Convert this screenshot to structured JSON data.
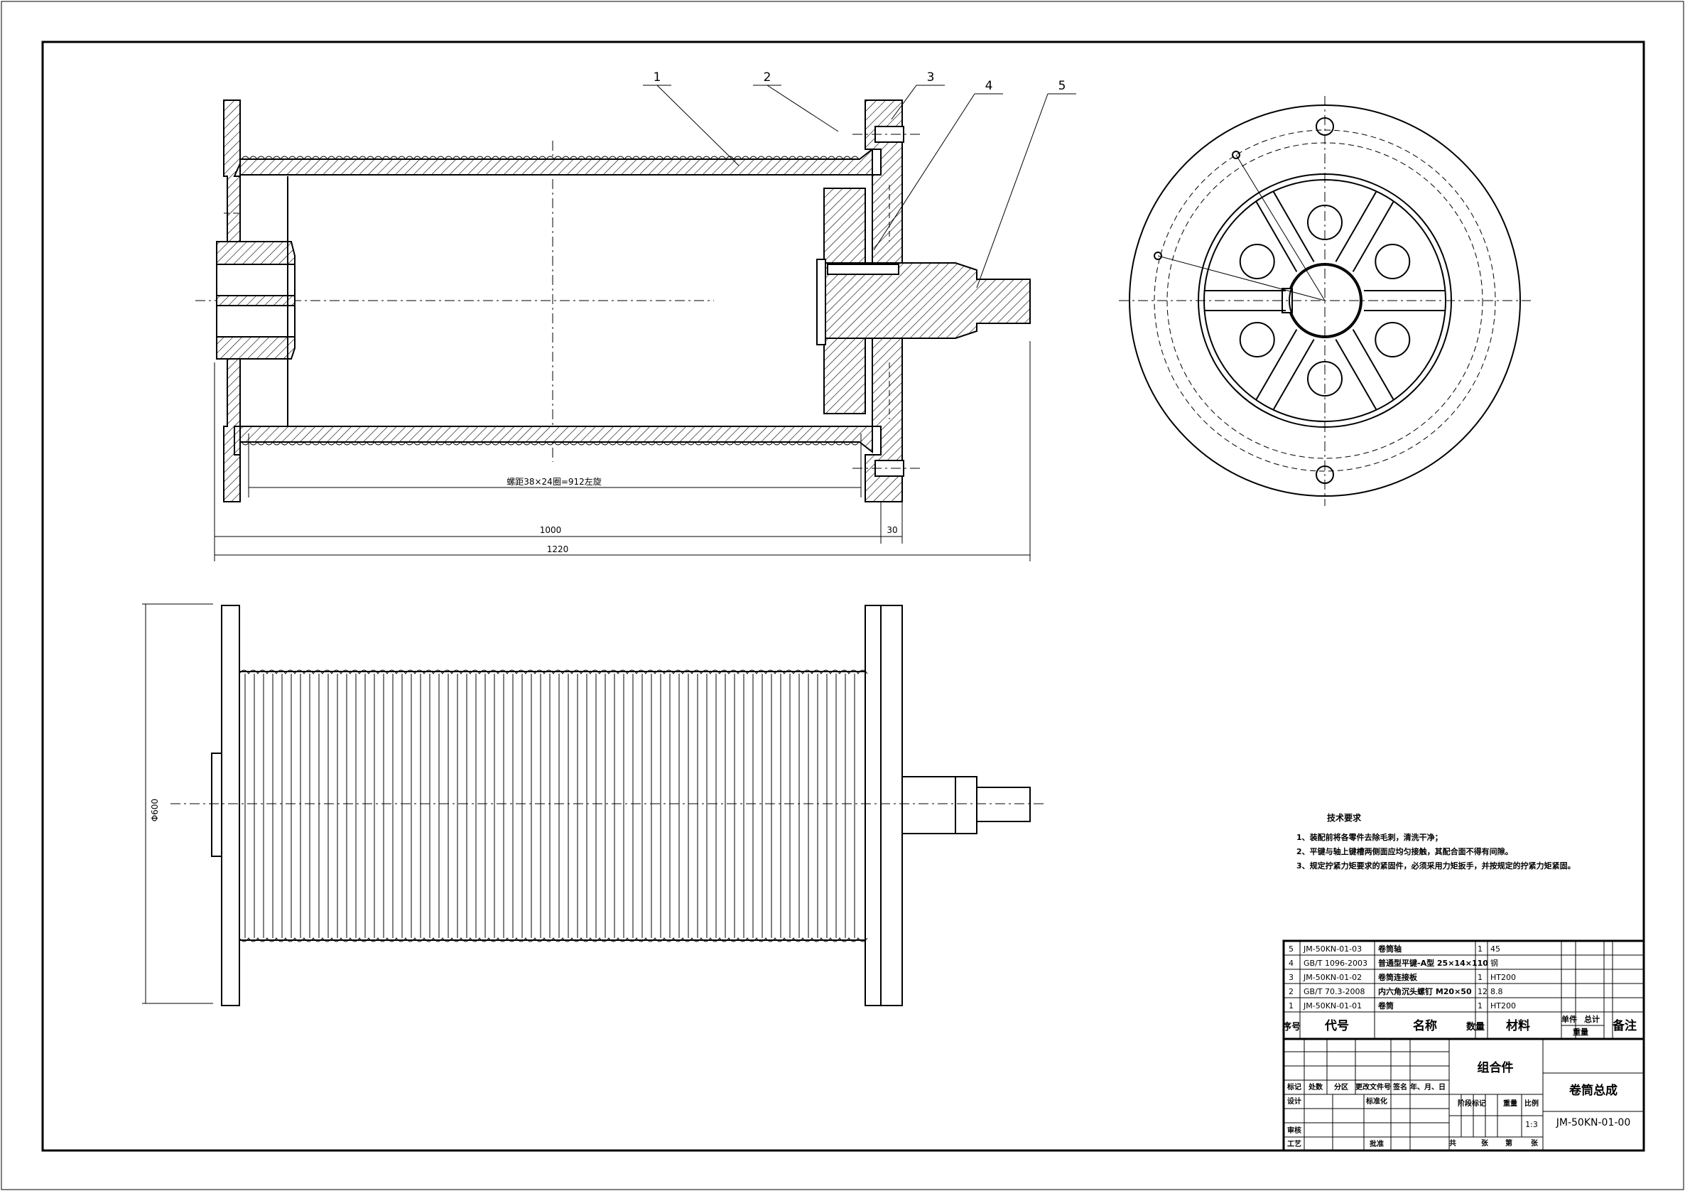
{
  "parts_callouts": [
    "1",
    "2",
    "3",
    "4",
    "5"
  ],
  "dimensions": {
    "groove": "螺距38×24圈=912左旋",
    "length_inner": "1000",
    "flange": "30",
    "length_total": "1220",
    "diameter": "Φ600"
  },
  "tech": {
    "title": "技术要求",
    "items": [
      "1、装配前将各零件去除毛刺，清洗干净；",
      "2、平键与轴上键槽两侧面应均匀接触，其配合面不得有间隙。",
      "3、规定拧紧力矩要求的紧固件，必须采用力矩扳手，并按规定的拧紧力矩紧固。"
    ]
  },
  "bom": {
    "rows": [
      {
        "no": "5",
        "code": "JM-50KN-01-03",
        "name": "卷筒轴",
        "qty": "1",
        "material": "45"
      },
      {
        "no": "4",
        "code": "GB/T 1096-2003",
        "name": "普通型平键-A型 25×14×110",
        "qty": "1",
        "material": "钢"
      },
      {
        "no": "3",
        "code": "JM-50KN-01-02",
        "name": "卷筒连接板",
        "qty": "1",
        "material": "HT200"
      },
      {
        "no": "2",
        "code": "GB/T 70.3-2008",
        "name": "内六角沉头螺钉 M20×50",
        "qty": "12",
        "material": "8.8"
      },
      {
        "no": "1",
        "code": "JM-50KN-01-01",
        "name": "卷筒",
        "qty": "1",
        "material": "HT200"
      }
    ],
    "header": {
      "no": "序号",
      "code": "代号",
      "name": "名称",
      "qty": "数量",
      "material": "材料",
      "unit": "单件",
      "total": "总计",
      "weight": "重量",
      "remark": "备注"
    }
  },
  "title_block": {
    "part_type": "组合件",
    "drawing_name": "卷筒总成",
    "drawing_no": "JM-50KN-01-00",
    "scale": "1:3",
    "rev_labels": [
      "标记",
      "处数",
      "分区",
      "更改文件号",
      "签名",
      "年、月、日"
    ],
    "design": "设计",
    "standard": "标准化",
    "review": "审核",
    "process": "工艺",
    "approve": "批准",
    "stage": "阶段标记",
    "weight": "重量",
    "ratio": "比例",
    "sheets_total": "共",
    "sheet_word1": "张",
    "sheet_no": "第",
    "sheet_word2": "张"
  }
}
